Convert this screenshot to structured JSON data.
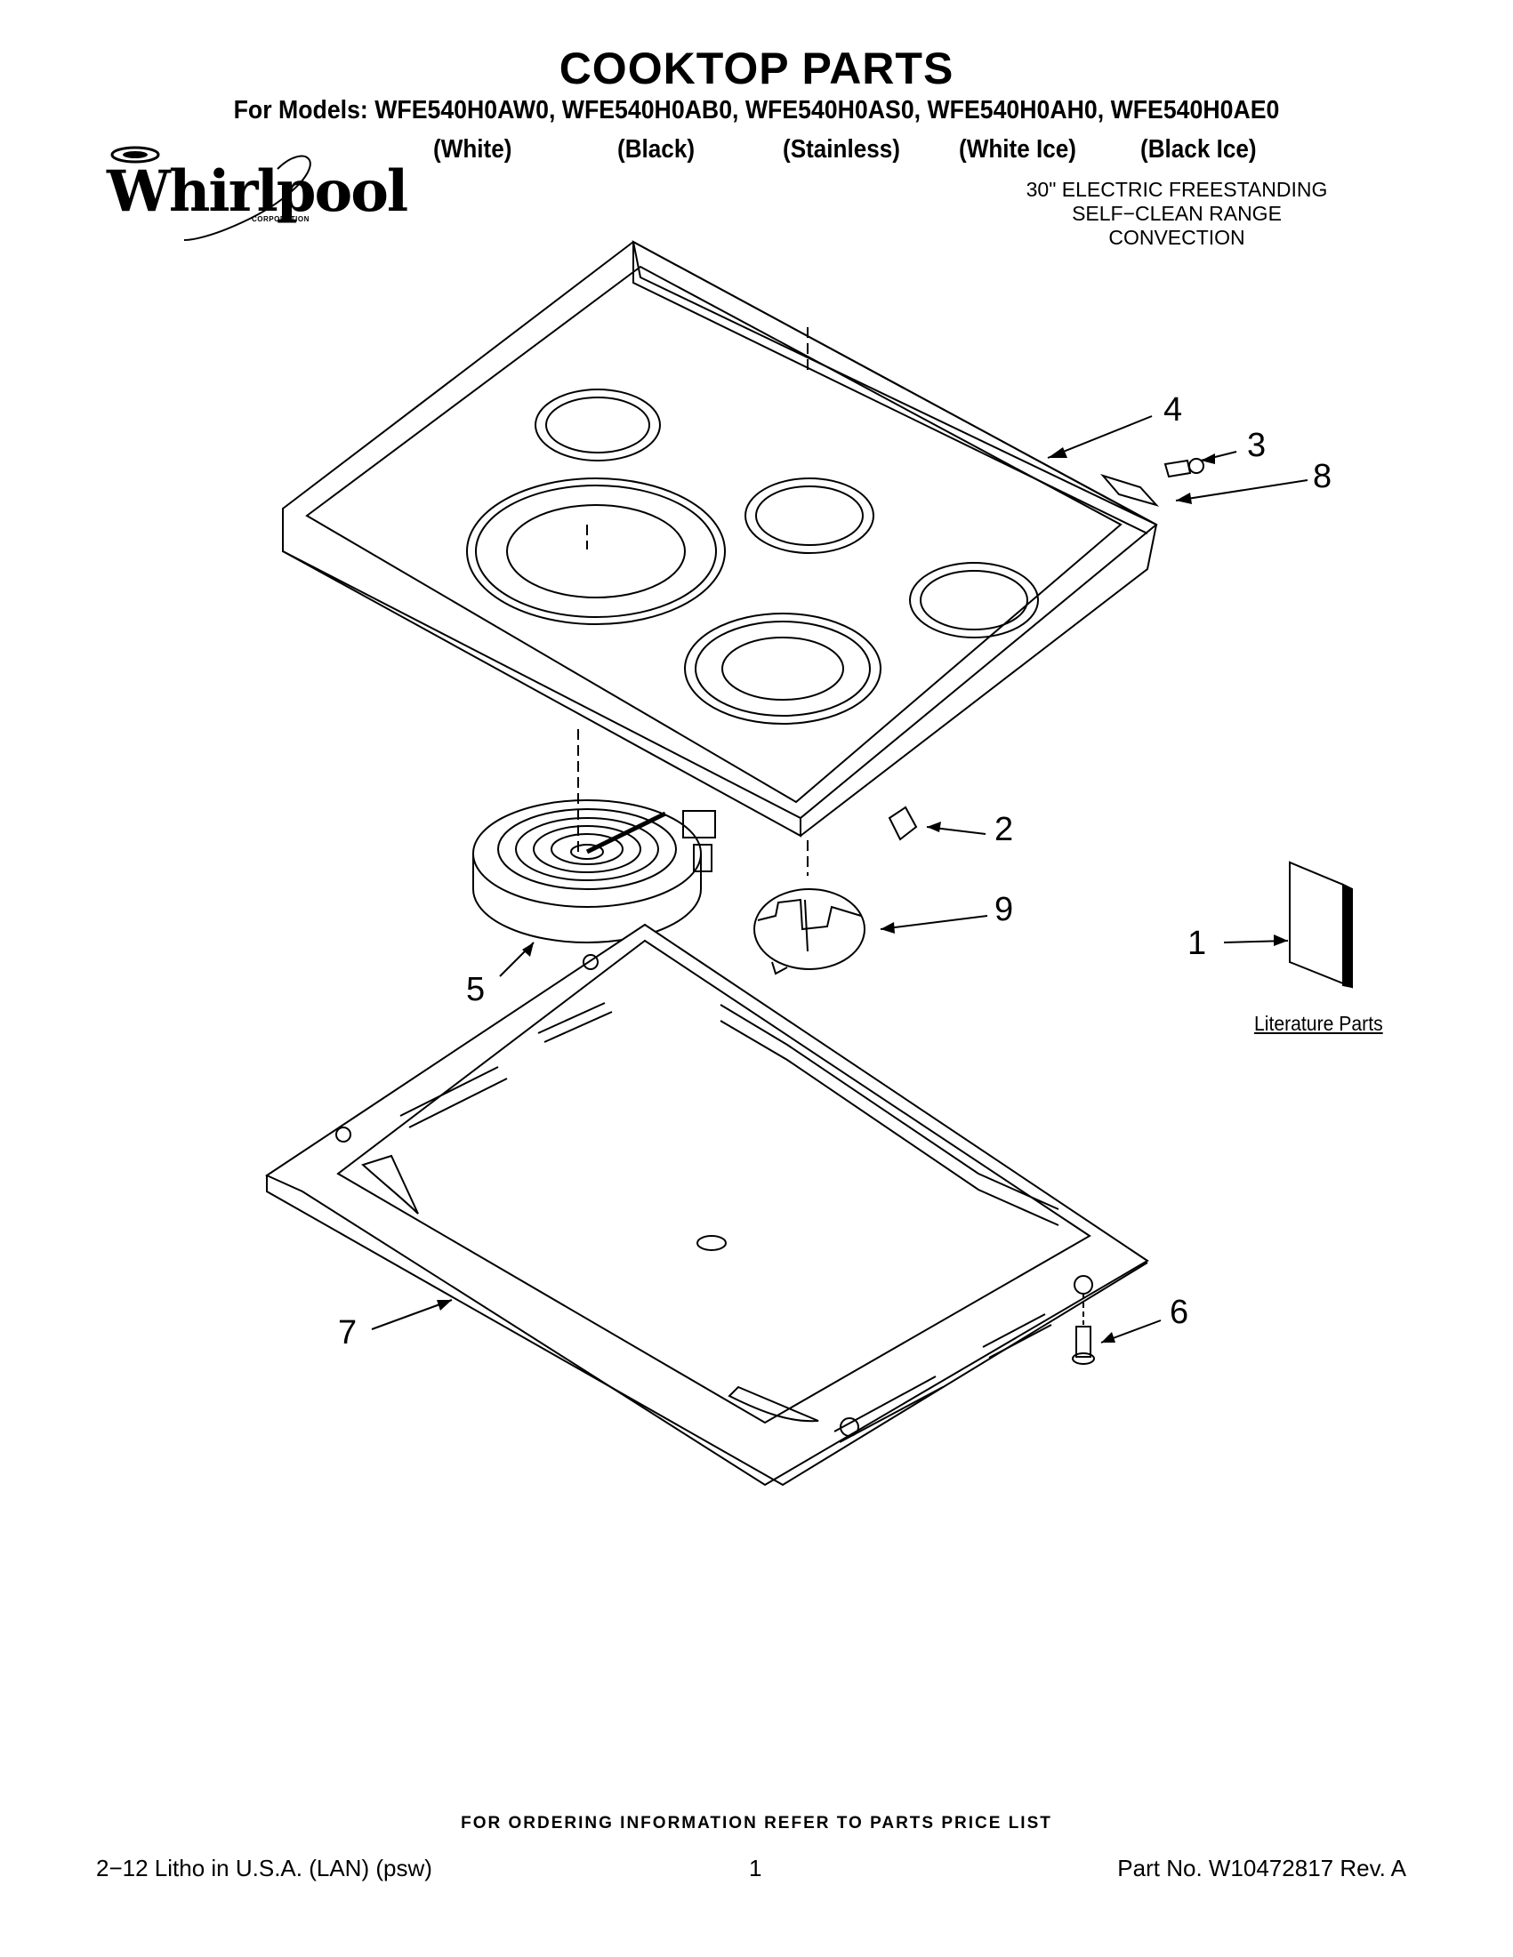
{
  "header": {
    "title": "COOKTOP PARTS",
    "models_line": "For Models: WFE540H0AW0, WFE540H0AB0, WFE540H0AS0, WFE540H0AH0, WFE540H0AE0",
    "colors": [
      "(White)",
      "(Black)",
      "(Stainless)",
      "(White Ice)",
      "(Black Ice)"
    ]
  },
  "brand": {
    "name": "Whirlpool",
    "corporation": "CORPORATION"
  },
  "description": {
    "line1": "30\" ELECTRIC FREESTANDING",
    "line2": "SELF−CLEAN RANGE",
    "line3": "CONVECTION"
  },
  "callouts": [
    "1",
    "2",
    "3",
    "4",
    "5",
    "6",
    "7",
    "8",
    "9"
  ],
  "literature_label": "Literature Parts",
  "footer": {
    "ordering_note": "FOR ORDERING INFORMATION REFER TO PARTS PRICE LIST",
    "litho": "2−12 Litho in U.S.A. (LAN) (psw)",
    "page_number": "1",
    "part_number": "Part No. W10472817 Rev. A"
  }
}
